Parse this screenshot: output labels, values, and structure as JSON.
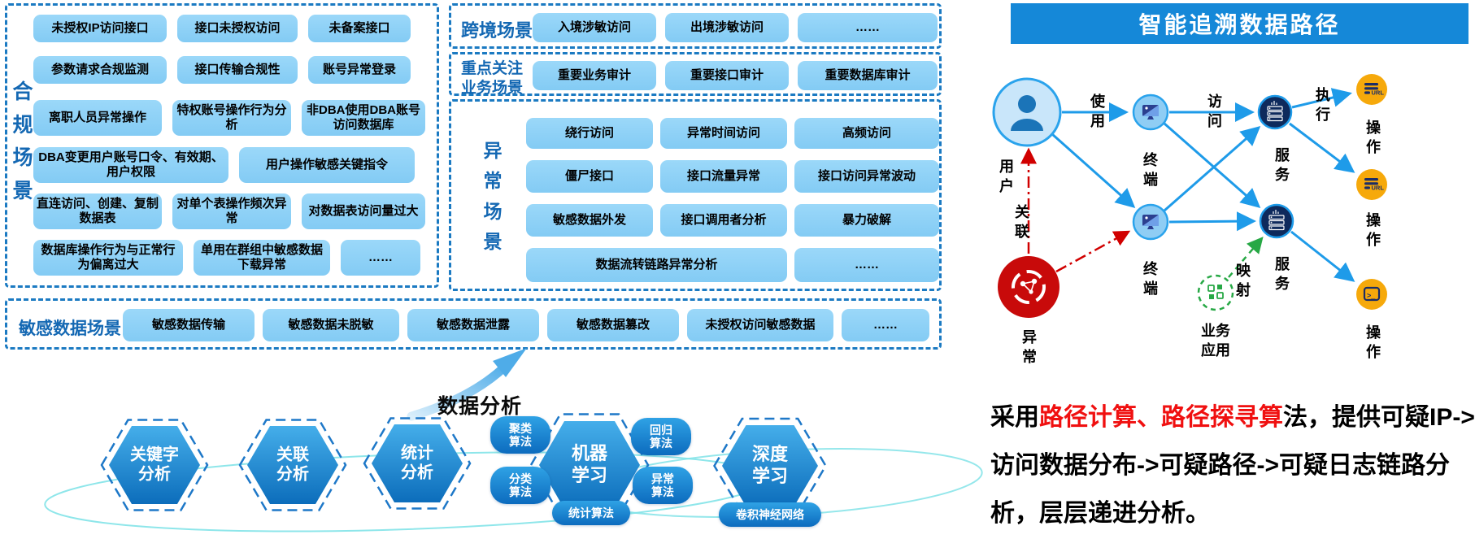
{
  "panels": {
    "compliance": {
      "label": "合规场景",
      "rows": [
        [
          "未授权IP访问接口",
          "接口未授权访问",
          "未备案接口"
        ],
        [
          "参数请求合规监测",
          "接口传输合规性",
          "账号异常登录"
        ],
        [
          "离职人员异常操作",
          "特权账号操作行为分析",
          "非DBA使用DBA账号访问数据库"
        ],
        [
          "DBA变更用户账号口令、有效期、用户权限",
          "用户操作敏感关键指令"
        ],
        [
          "直连访问、创建、复制数据表",
          "对单个表操作频次异常",
          "对数据表访问量过大"
        ],
        [
          "数据库操作行为与正常行为偏离过大",
          "单用在群组中敏感数据下载异常",
          "……"
        ]
      ]
    },
    "cross_border": {
      "label": "跨境场景",
      "items": [
        "入境涉敏访问",
        "出境涉敏访问",
        "……"
      ]
    },
    "key_business": {
      "label": "重点关注业务场景",
      "items": [
        "重要业务审计",
        "重要接口审计",
        "重要数据库审计"
      ]
    },
    "abnormal": {
      "label": "异常场景",
      "rows": [
        [
          "绕行访问",
          "异常时间访问",
          "高频访问"
        ],
        [
          "僵尸接口",
          "接口流量异常",
          "接口访问异常波动"
        ],
        [
          "敏感数据外发",
          "接口调用者分析",
          "暴力破解"
        ],
        [
          "数据流转链路异常分析",
          "……"
        ]
      ]
    },
    "sensitive": {
      "label": "敏感数据场景",
      "items": [
        "敏感数据传输",
        "敏感数据未脱敏",
        "敏感数据泄露",
        "敏感数据篡改",
        "未授权访问敏感数据",
        "……"
      ]
    }
  },
  "analysis": {
    "arrow_label": "数据分析",
    "hexagons": [
      "关键字分析",
      "关联分析",
      "统计分析",
      "机器学习",
      "深度学习"
    ],
    "pills": {
      "cluster": "聚类算法",
      "classify": "分类算法",
      "stat": "统计算法",
      "regress": "回归算法",
      "anomaly": "异常算法",
      "cnn": "卷积神经网络"
    }
  },
  "trace": {
    "title": "智能追溯数据路径",
    "labels": {
      "user": "用户",
      "terminal1": "终端",
      "terminal2": "终端",
      "service1": "服务",
      "service2": "服务",
      "operation1": "操作",
      "operation2": "操作",
      "operation3": "操作",
      "abnormal": "异常",
      "biz_app": "业务应用"
    },
    "edges": {
      "use": "使用",
      "visit": "访问",
      "execute": "执行",
      "relate": "关联",
      "map": "映射"
    },
    "icon_url": "URL",
    "icon_prompt": ">_"
  },
  "footer": {
    "text_black_1": "采用",
    "text_red": "路径计算、路径探寻算",
    "text_black_2": "法，提供可疑IP->访问数据分布->可疑路径->可疑日志链路分析，层层递进分析。"
  },
  "colors": {
    "banner_blue": "#1588D8",
    "button_fill": "#8FD2F6",
    "dashed_border": "#1B7AC2",
    "section_label_blue": "#1468B3",
    "hex_gradient_top": "#45AEEA",
    "hex_gradient_bottom": "#0C6DBB",
    "node_blue": "#1E9BE9",
    "navy": "#0E2A5C",
    "orange": "#F6A90B",
    "alert_red": "#C80A0A",
    "app_green": "#27A845",
    "swoosh_cyan": "#82E3E8",
    "footer_red": "#F01010"
  }
}
